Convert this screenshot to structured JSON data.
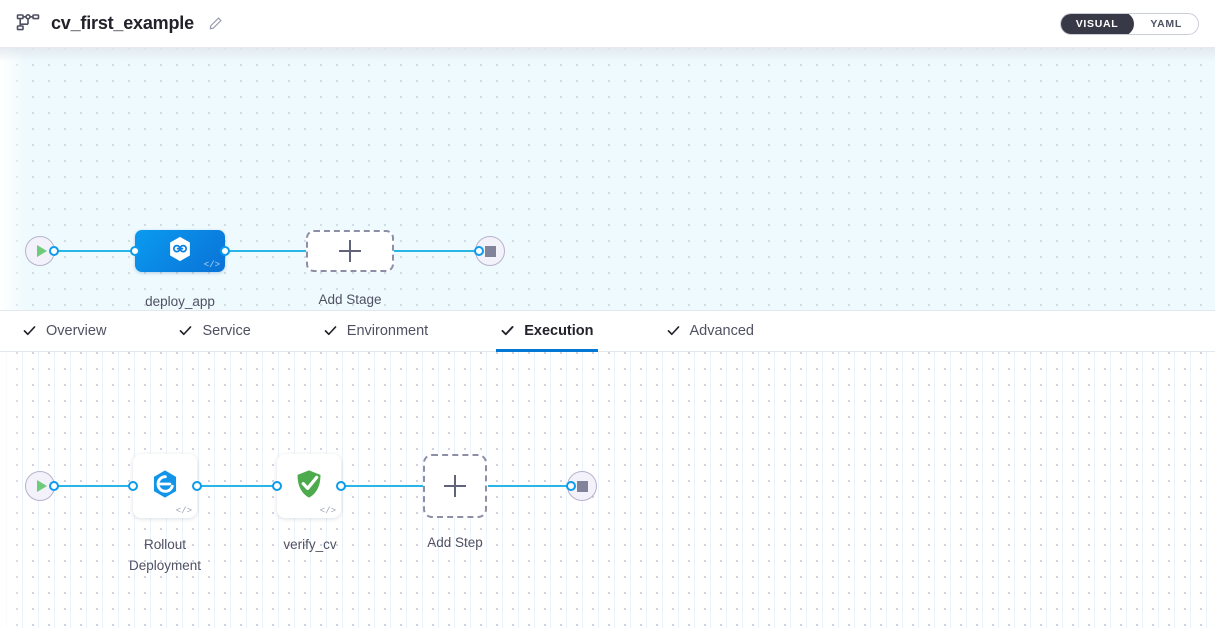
{
  "header": {
    "pipeline_icon": "pipeline-flow-icon",
    "title": "cv_first_example",
    "edit_icon": "pencil-edit-icon",
    "mode_toggle": {
      "options": [
        "VISUAL",
        "YAML"
      ],
      "selected": "VISUAL",
      "active_bg": "#383946"
    }
  },
  "stage_graph": {
    "start_node": {
      "name": "pipeline-start",
      "icon": "play-icon"
    },
    "end_node": {
      "name": "pipeline-end",
      "icon": "stop-icon"
    },
    "stages": [
      {
        "label": "deploy_app",
        "icon": "harness-cd-hexagon-icon",
        "code_badge": "</>",
        "selected": true,
        "accent": "#0a80e0"
      }
    ],
    "add_stage": {
      "label": "Add Stage",
      "icon": "plus-icon"
    },
    "connector_color": "#29b5e8"
  },
  "tabs": [
    {
      "label": "Overview",
      "icon": "check-icon",
      "active": false
    },
    {
      "label": "Service",
      "icon": "check-icon",
      "active": false
    },
    {
      "label": "Environment",
      "icon": "check-icon",
      "active": false
    },
    {
      "label": "Execution",
      "icon": "check-icon",
      "active": true
    },
    {
      "label": "Advanced",
      "icon": "check-icon",
      "active": false
    }
  ],
  "tab_accent": "#0278d5",
  "step_graph": {
    "start_node": {
      "name": "execution-start",
      "icon": "play-icon"
    },
    "end_node": {
      "name": "execution-end",
      "icon": "stop-icon"
    },
    "steps": [
      {
        "label": "Rollout\nDeployment",
        "icon": "rollout-deployment-icon",
        "code_badge": "</>",
        "accent": "#1295e8"
      },
      {
        "label": "verify_cv",
        "icon": "green-shield-check-icon",
        "code_badge": "</>",
        "accent": "#4dab4d"
      }
    ],
    "add_step": {
      "label": "Add Step",
      "icon": "plus-icon"
    },
    "connector_color": "#29b5e8"
  }
}
